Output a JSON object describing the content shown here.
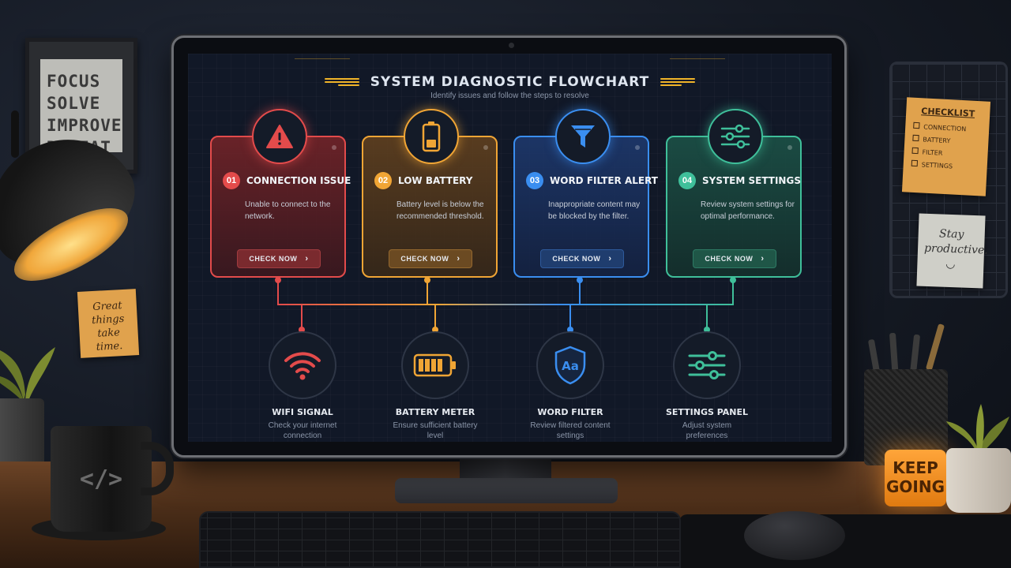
{
  "poster": {
    "lines": [
      "FOCUS",
      "SOLVE",
      "IMPROVE",
      "REPEAT"
    ]
  },
  "notes": {
    "great": [
      "Great",
      "things take",
      "time."
    ],
    "checklist": {
      "title": "CHECKLIST",
      "items": [
        "CONNECTION",
        "BATTERY",
        "FILTER",
        "SETTINGS"
      ]
    },
    "stay": [
      "Stay",
      "productive."
    ]
  },
  "mug_text": "</>",
  "keep_going": [
    "KEEP",
    "GOING"
  ],
  "screen": {
    "title": "SYSTEM DIAGNOSTIC FLOWCHART",
    "subtitle": "Identify issues and follow the steps to resolve",
    "cards": [
      {
        "number": "01",
        "title": "CONNECTION ISSUE",
        "description": "Unable to connect to the network.",
        "button": "CHECK NOW",
        "icon": "warning-icon",
        "color": "#e34b4b"
      },
      {
        "number": "02",
        "title": "LOW BATTERY",
        "description": "Battery level is below the recommended threshold.",
        "button": "CHECK NOW",
        "icon": "battery-low-icon",
        "color": "#f0a535"
      },
      {
        "number": "03",
        "title": "WORD FILTER ALERT",
        "description": "Inappropriate content may be blocked by the filter.",
        "button": "CHECK NOW",
        "icon": "funnel-icon",
        "color": "#3a8ef0"
      },
      {
        "number": "04",
        "title": "SYSTEM SETTINGS",
        "description": "Review system settings for optimal performance.",
        "button": "CHECK NOW",
        "icon": "sliders-icon",
        "color": "#3fbf9a"
      }
    ],
    "tools": [
      {
        "title": "WIFI SIGNAL",
        "description": "Check your internet connection",
        "icon": "wifi-icon",
        "color": "#e34b4b"
      },
      {
        "title": "BATTERY METER",
        "description": "Ensure sufficient battery level",
        "icon": "battery-icon",
        "color": "#f0a535"
      },
      {
        "title": "WORD FILTER",
        "description": "Review filtered content settings",
        "icon": "shield-text-icon",
        "shield_text": "Aa",
        "color": "#3a8ef0"
      },
      {
        "title": "SETTINGS PANEL",
        "description": "Adjust system preferences",
        "icon": "sliders-icon",
        "color": "#3fbf9a"
      }
    ]
  }
}
